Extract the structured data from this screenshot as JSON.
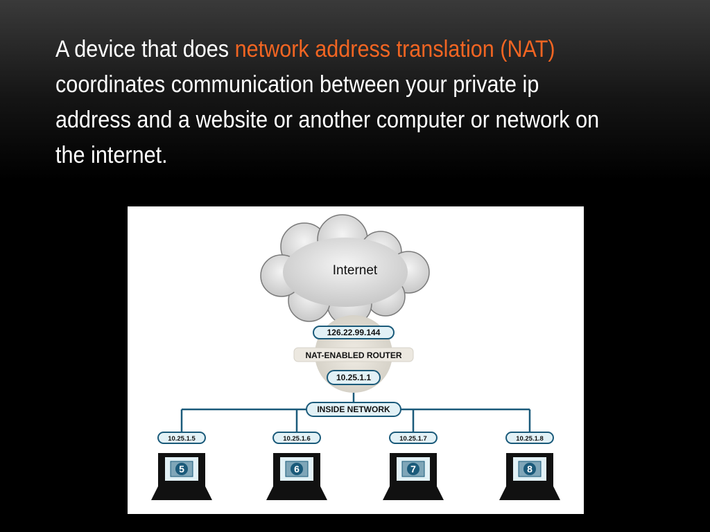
{
  "slide": {
    "text_before": "A device that does ",
    "text_highlight": "network address translation (NAT)",
    "text_after": " coordinates communication between your private ip address and a website or another computer or network on the internet.",
    "highlight_color": "#f26522",
    "text_color": "#ffffff"
  },
  "diagram": {
    "cloud_label": "Internet",
    "public_ip": "126.22.99.144",
    "router_label": "NAT-ENABLED ROUTER",
    "router_ip": "10.25.1.1",
    "network_label": "INSIDE NETWORK",
    "line_color": "#1a5a7a",
    "computers": [
      {
        "ip": "10.25.1.5",
        "number": "5"
      },
      {
        "ip": "10.25.1.6",
        "number": "6"
      },
      {
        "ip": "10.25.1.7",
        "number": "7"
      },
      {
        "ip": "10.25.1.8",
        "number": "8"
      }
    ]
  }
}
